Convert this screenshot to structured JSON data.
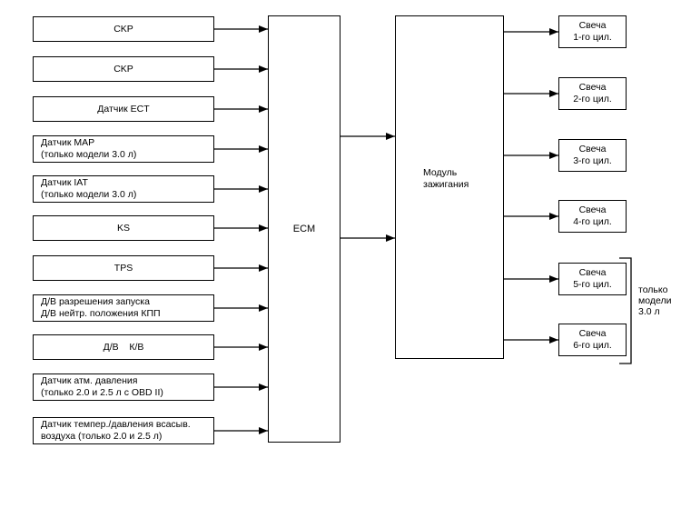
{
  "inputs": [
    {
      "line1": "CKP",
      "line2": ""
    },
    {
      "line1": "CKP",
      "line2": ""
    },
    {
      "line1": "Датчик ECT",
      "line2": ""
    },
    {
      "line1": "Датчик MAP",
      "line2": "(только модели  3.0 л)"
    },
    {
      "line1": "Датчик IAT",
      "line2": "(только модели  3.0 л)"
    },
    {
      "line1": "KS",
      "line2": ""
    },
    {
      "line1": "TPS",
      "line2": ""
    },
    {
      "line1": "Д/В разрешения запуска",
      "line2": "Д/В нейтр. положения КПП"
    },
    {
      "line1": "Д/В    К/В",
      "line2": ""
    },
    {
      "line1": "Датчик атм. давления",
      "line2": "(только 2.0 и  2.5 л с  OBD II)"
    },
    {
      "line1": "Датчик темпер./давления всасыв.",
      "line2": "воздуха (только 2.0 и  2.5 л)"
    }
  ],
  "ecm": {
    "label": "ECM"
  },
  "ignition_module": {
    "line1": "Модуль",
    "line2": "зажигания"
  },
  "spark_plugs": [
    {
      "line1": "Свеча",
      "line2": "1-го цил."
    },
    {
      "line1": "Свеча",
      "line2": "2-го цил."
    },
    {
      "line1": "Свеча",
      "line2": "3-го цил."
    },
    {
      "line1": "Свеча",
      "line2": "4-го цил."
    },
    {
      "line1": "Свеча",
      "line2": "5-го цил."
    },
    {
      "line1": "Свеча",
      "line2": "6-го цил."
    }
  ],
  "bracket_note": {
    "line1": "только",
    "line2": "модели",
    "line3": "3.0 л"
  }
}
